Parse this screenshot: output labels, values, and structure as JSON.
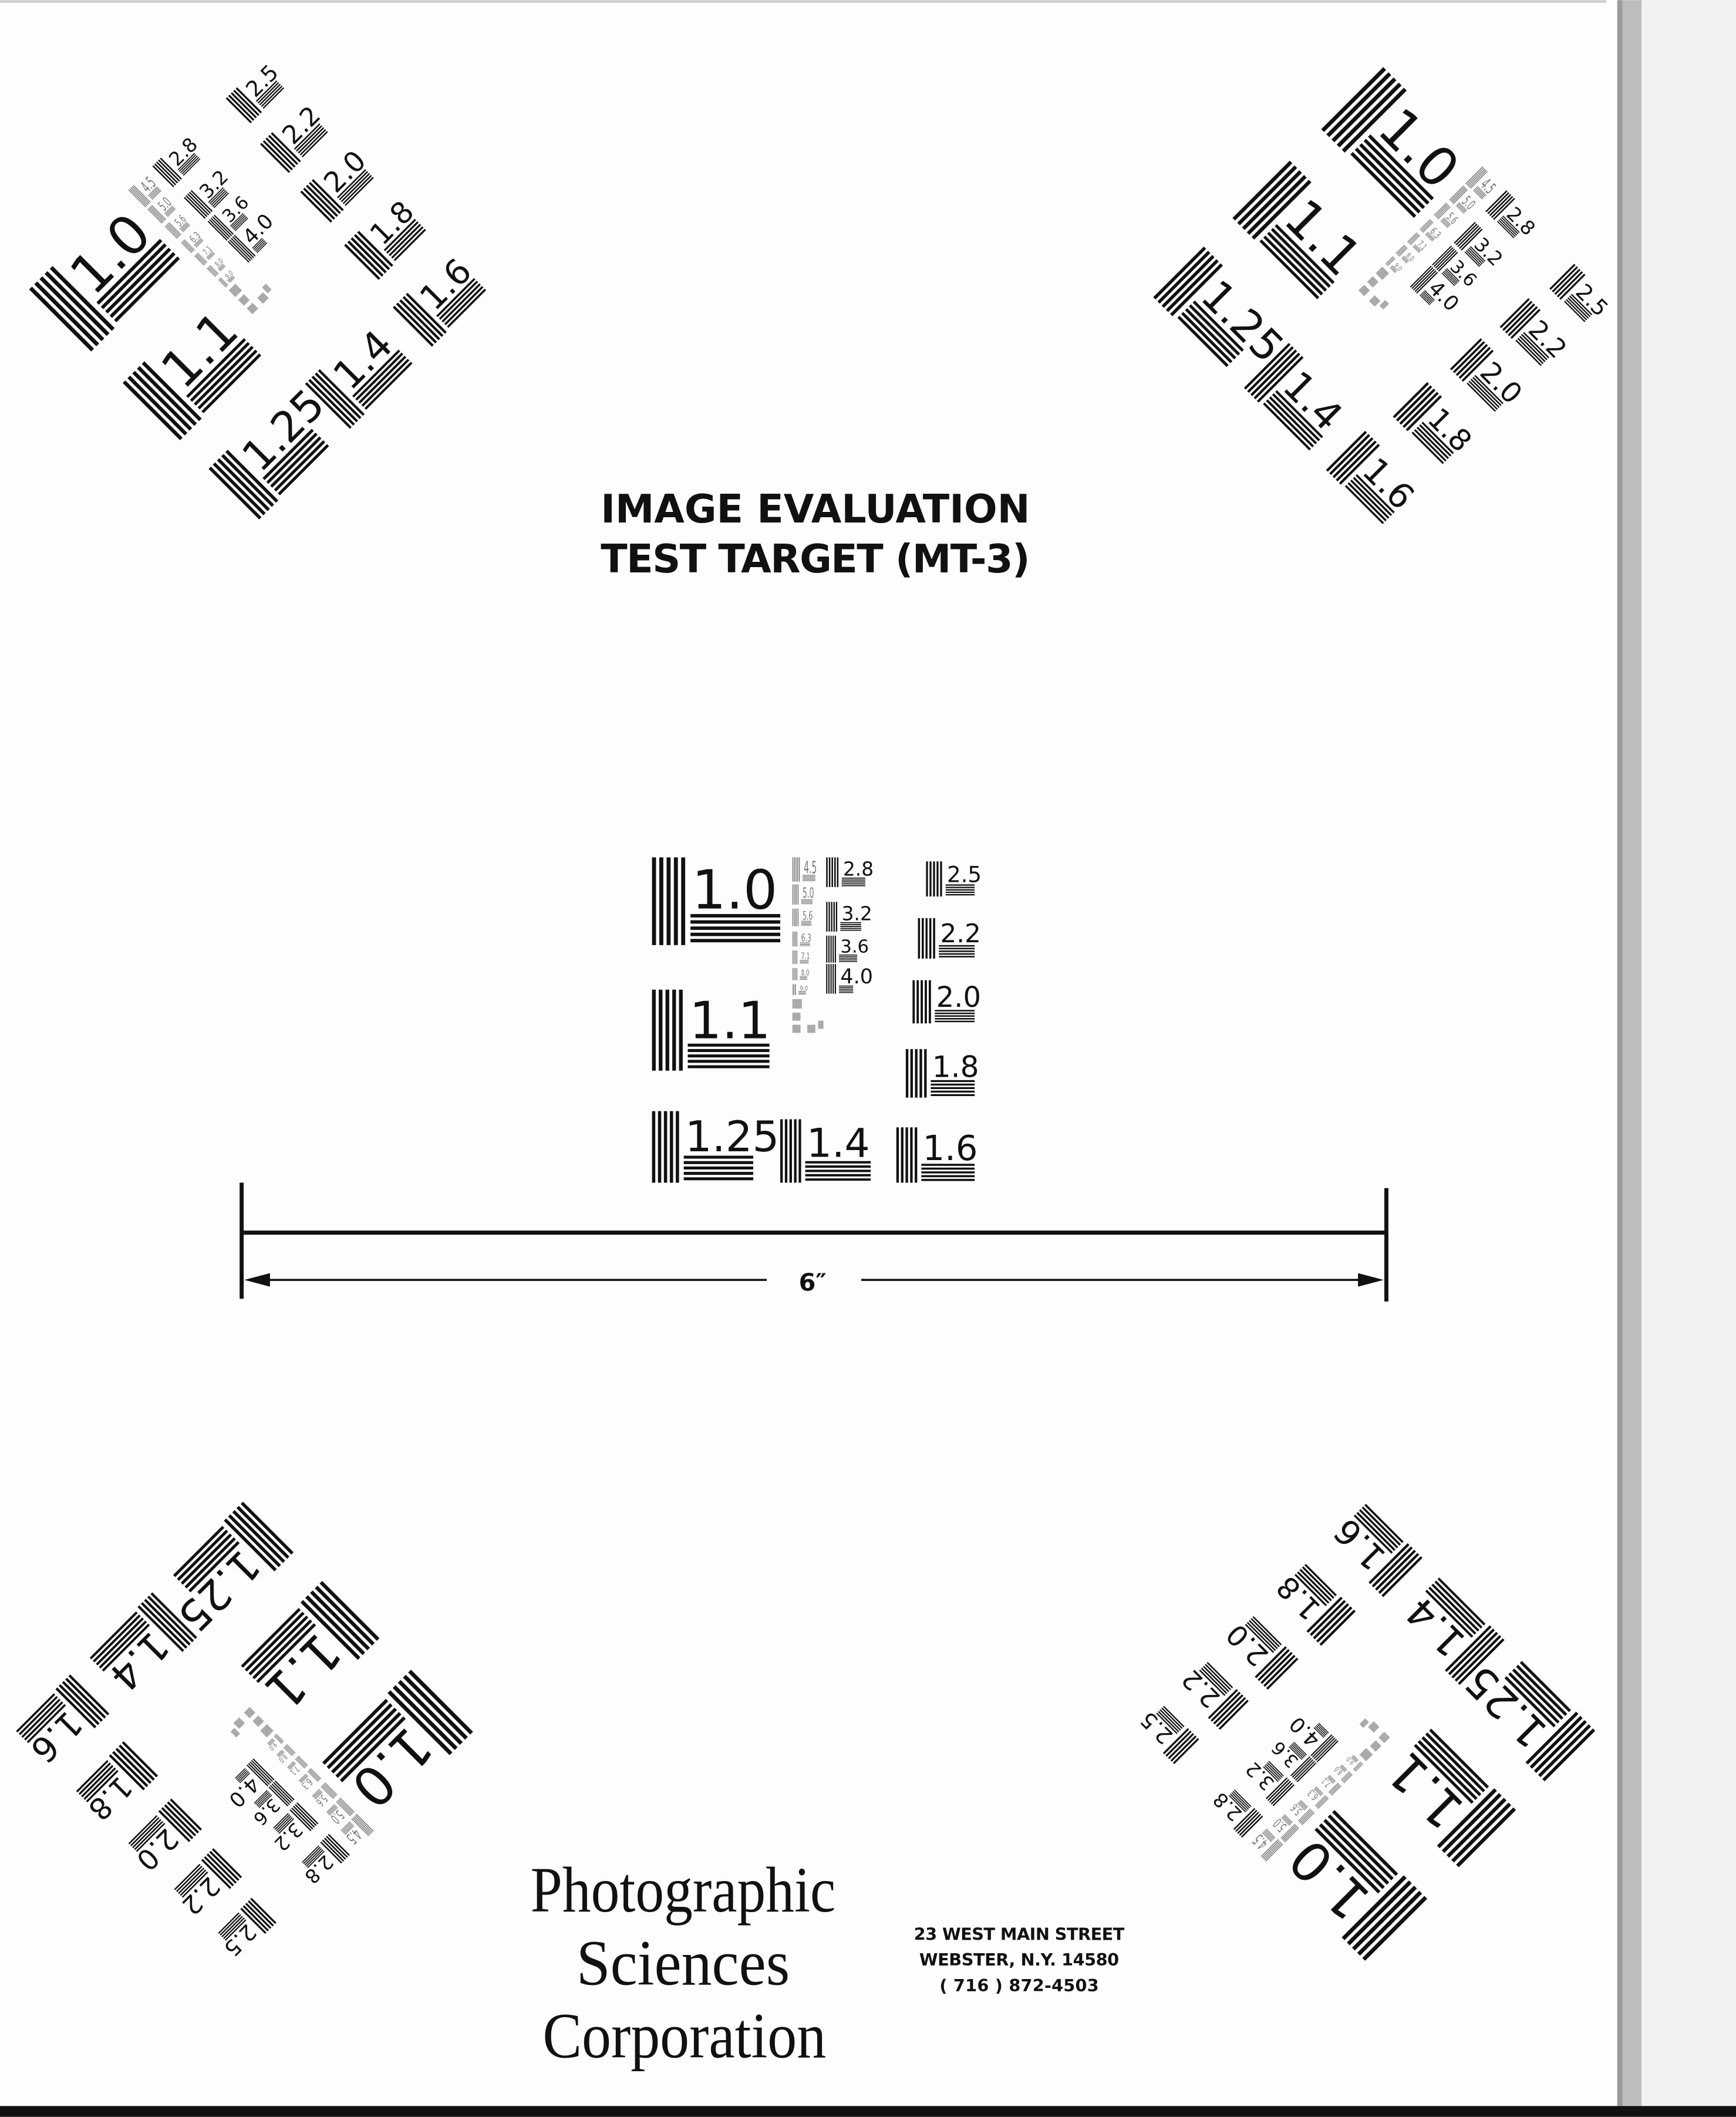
{
  "title": {
    "line1": "IMAGE EVALUATION",
    "line2": "TEST TARGET (MT-3)"
  },
  "scale": {
    "label": "6″"
  },
  "target": {
    "elements": [
      "1.0",
      "1.1",
      "1.25",
      "1.4",
      "1.6",
      "1.8",
      "2.0",
      "2.2",
      "2.5",
      "2.8",
      "3.2",
      "3.6",
      "4.0",
      "4.5",
      "5.0",
      "5.6",
      "6.3",
      "7.1",
      "8.0",
      "9.0"
    ]
  },
  "company": {
    "line1": "Photographic",
    "line2": "Sciences",
    "line3": "Corporation"
  },
  "address": {
    "street": "23 WEST MAIN STREET",
    "city": "WEBSTER, N.Y. 14580",
    "phone": "( 716 ) 872-4503"
  },
  "colors": {
    "ink": "#111111",
    "paper": "#fdfdfd",
    "edge": "#9a9a9a"
  }
}
